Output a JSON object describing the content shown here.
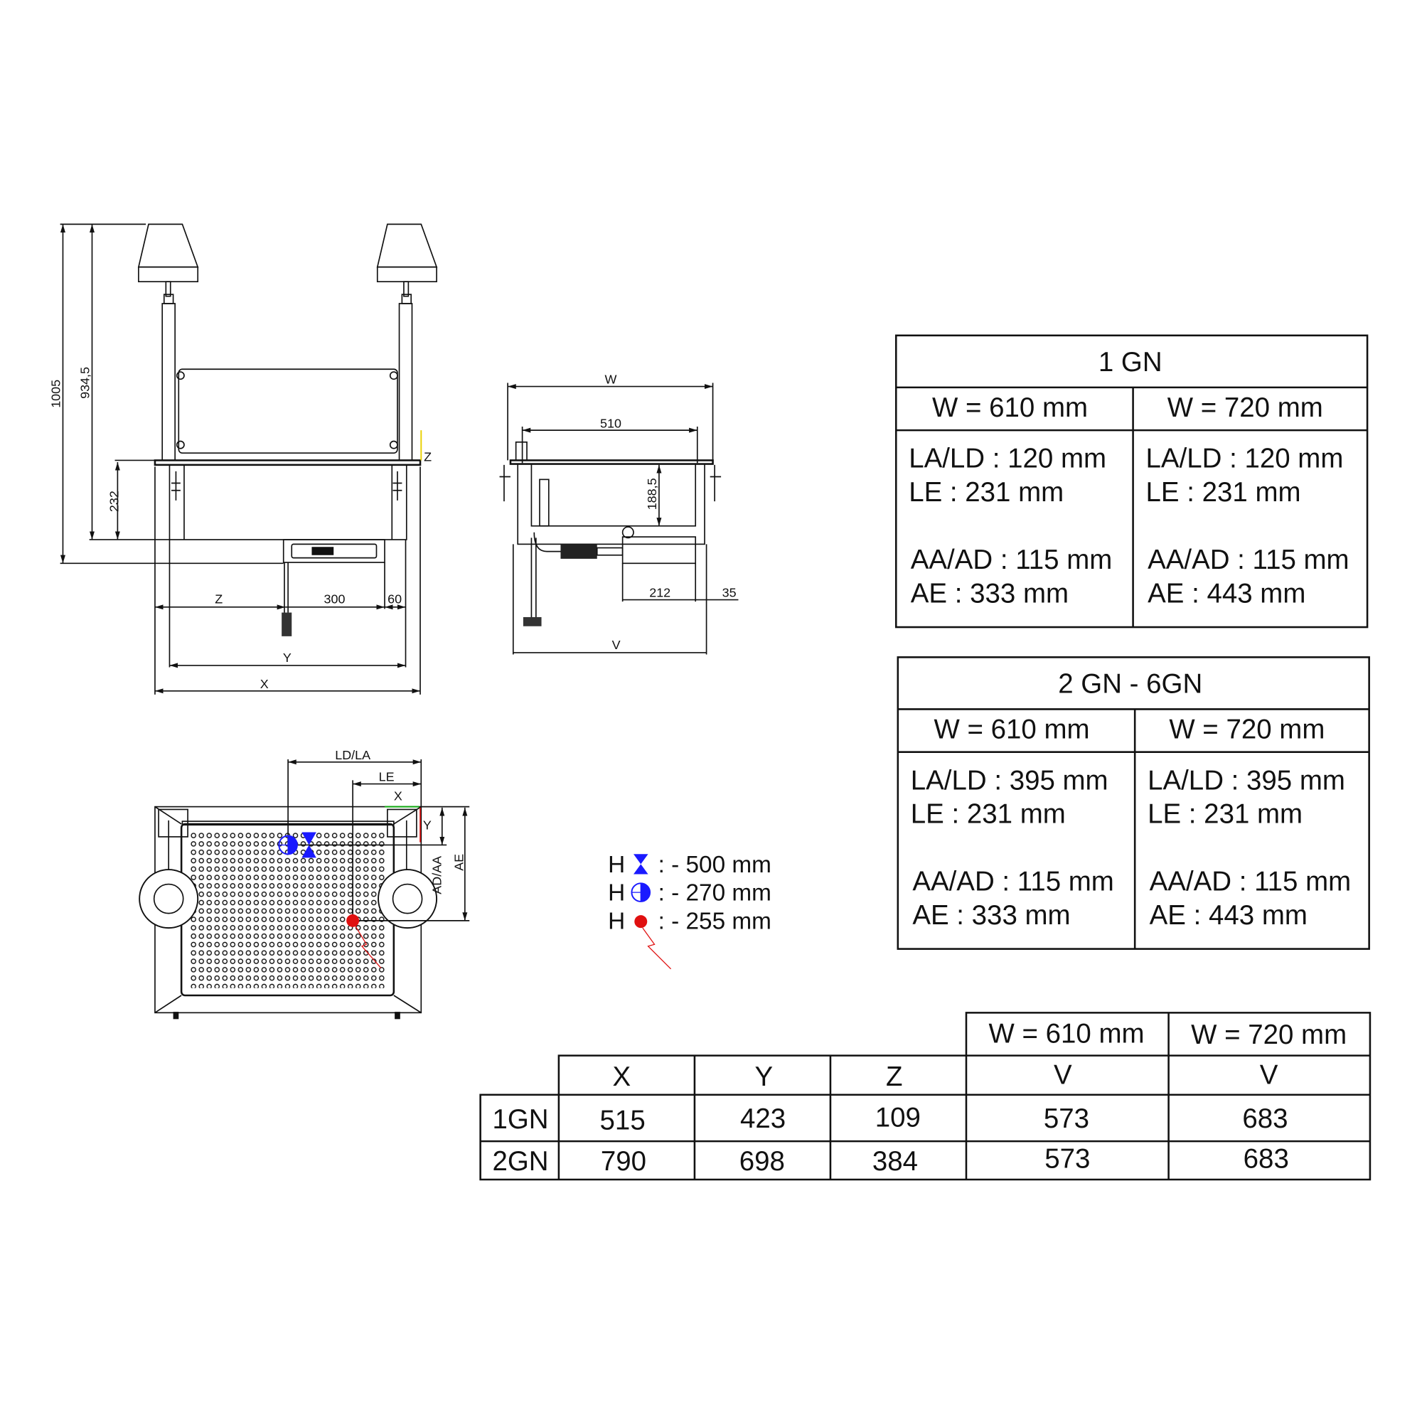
{
  "front_view": {
    "height_total": "1005",
    "height_lamp": "934,5",
    "height_body": "232",
    "dim_z": "Z",
    "dim_300": "300",
    "dim_60": "60",
    "dim_y": "Y",
    "dim_x": "X",
    "axis_z": "Z"
  },
  "side_view": {
    "dim_w": "W",
    "dim_510": "510",
    "dim_188": "188,5",
    "dim_212": "212",
    "dim_35": "35",
    "dim_v": "V"
  },
  "plan_view": {
    "dim_ldla": "LD/LA",
    "dim_le": "LE",
    "axis_x": "X",
    "axis_y": "Y",
    "dim_adaa": "AD/AA",
    "dim_ae": "AE"
  },
  "legend": [
    {
      "label": "H",
      "value": ": - 500 mm",
      "color": "#1a1aff"
    },
    {
      "label": "H",
      "value": ": - 270 mm",
      "color": "#1a1aff"
    },
    {
      "label": "H",
      "value": ": - 255 mm",
      "color": "#e01010"
    }
  ],
  "table_1gn": {
    "title": "1 GN",
    "columns": [
      {
        "header": "W = 610 mm",
        "lines": [
          "LA/LD : 120 mm",
          "LE : 231 mm",
          "AA/AD : 115 mm",
          "AE : 333 mm"
        ]
      },
      {
        "header": "W = 720 mm",
        "lines": [
          "LA/LD : 120 mm",
          "LE : 231 mm",
          "AA/AD : 115 mm",
          "AE : 443 mm"
        ]
      }
    ]
  },
  "table_2gn": {
    "title": "2 GN - 6GN",
    "columns": [
      {
        "header": "W = 610 mm",
        "lines": [
          "LA/LD : 395 mm",
          "LE : 231 mm",
          "AA/AD : 115 mm",
          "AE : 333 mm"
        ]
      },
      {
        "header": "W = 720 mm",
        "lines": [
          "LA/LD : 395 mm",
          "LE : 231 mm",
          "AA/AD : 115 mm",
          "AE : 443 mm"
        ]
      }
    ]
  },
  "table_dims": {
    "group_headers": [
      "W = 610 mm",
      "W = 720 mm"
    ],
    "headers": [
      "X",
      "Y",
      "Z",
      "V",
      "V"
    ],
    "rows": [
      {
        "label": "1GN",
        "values": [
          "515",
          "423",
          "109",
          "573",
          "683"
        ]
      },
      {
        "label": "2GN",
        "values": [
          "790",
          "698",
          "384",
          "573",
          "683"
        ]
      }
    ]
  }
}
